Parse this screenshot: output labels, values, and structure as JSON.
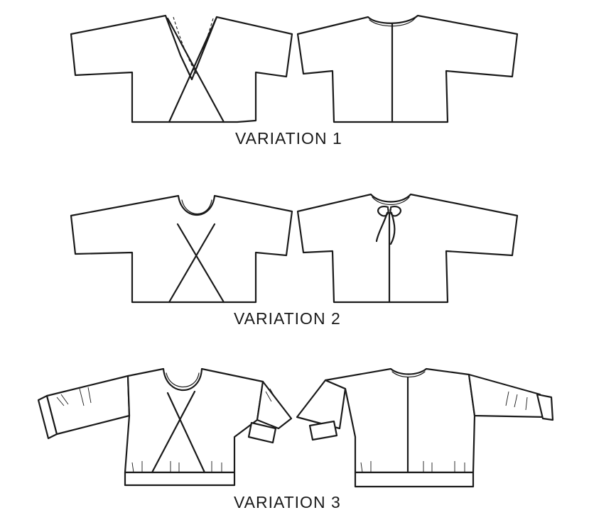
{
  "variations": [
    {
      "label": "VARIATION 1"
    },
    {
      "label": "VARIATION 2"
    },
    {
      "label": "VARIATION 3"
    }
  ]
}
